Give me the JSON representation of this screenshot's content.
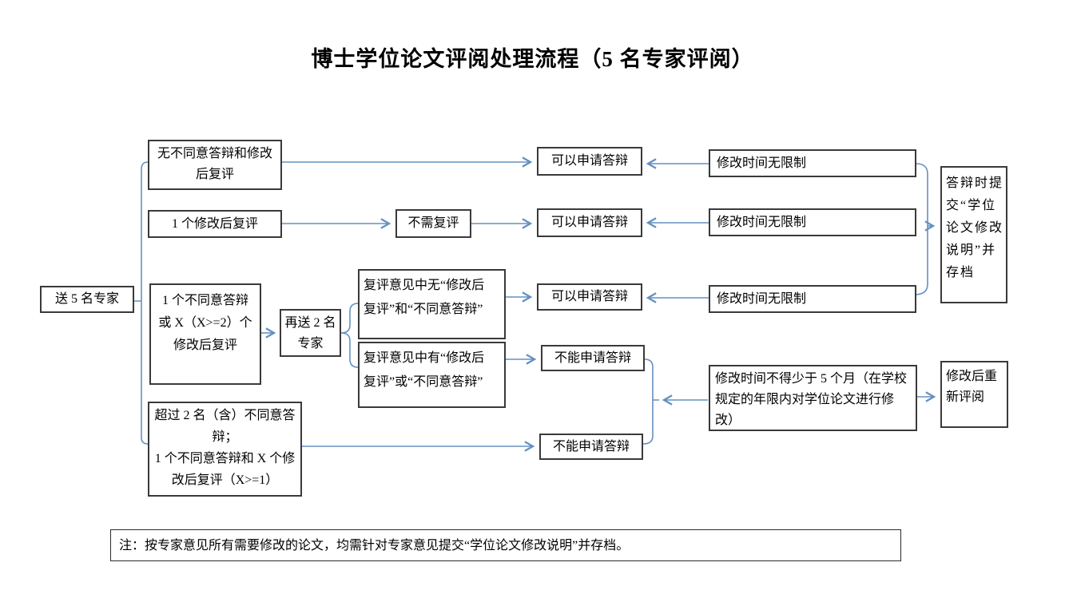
{
  "title": "博士学位论文评阅处理流程（5 名专家评阅）",
  "nodes": {
    "send5": "送 5 名专家",
    "cond1": "无不同意答辩和修改\n后复评",
    "cond2": "1 个修改后复评",
    "cond3": "1 个不同意答辩\n或 X（X>=2）个\n修改后复评",
    "cond4": "超过 2 名（含）不同意答\n辩；\n1 个不同意答辩和 X 个修\n改后复评（X>=1）",
    "resend2": "再送 2 名\n专家",
    "review_none": "复评意见中无“修改后\n复评”和“不同意答辩”",
    "review_has": "复评意见中有“修改后\n复评”或“不同意答辩”",
    "no_need": "不需复评",
    "can_apply": "可以申请答辩",
    "cannot_apply": "不能申请答辩",
    "time_unlimited": "修改时间无限制",
    "defend_note": "答辩时提\n交“学位\n论文修改\n说明”并\n存档",
    "mod_time": "修改时间不得少于 5 个月（在学校\n规定的年限内对学位论文进行修\n改）",
    "re_review": "修改后重\n新评阅",
    "footnote": "注：按专家意见所有需要修改的论文，均需针对专家意见提交“学位论文修改说明”并存档。"
  },
  "colors": {
    "line": "#6590c2",
    "box_border": "#3a3a3a",
    "background": "#ffffff",
    "text": "#000000"
  }
}
